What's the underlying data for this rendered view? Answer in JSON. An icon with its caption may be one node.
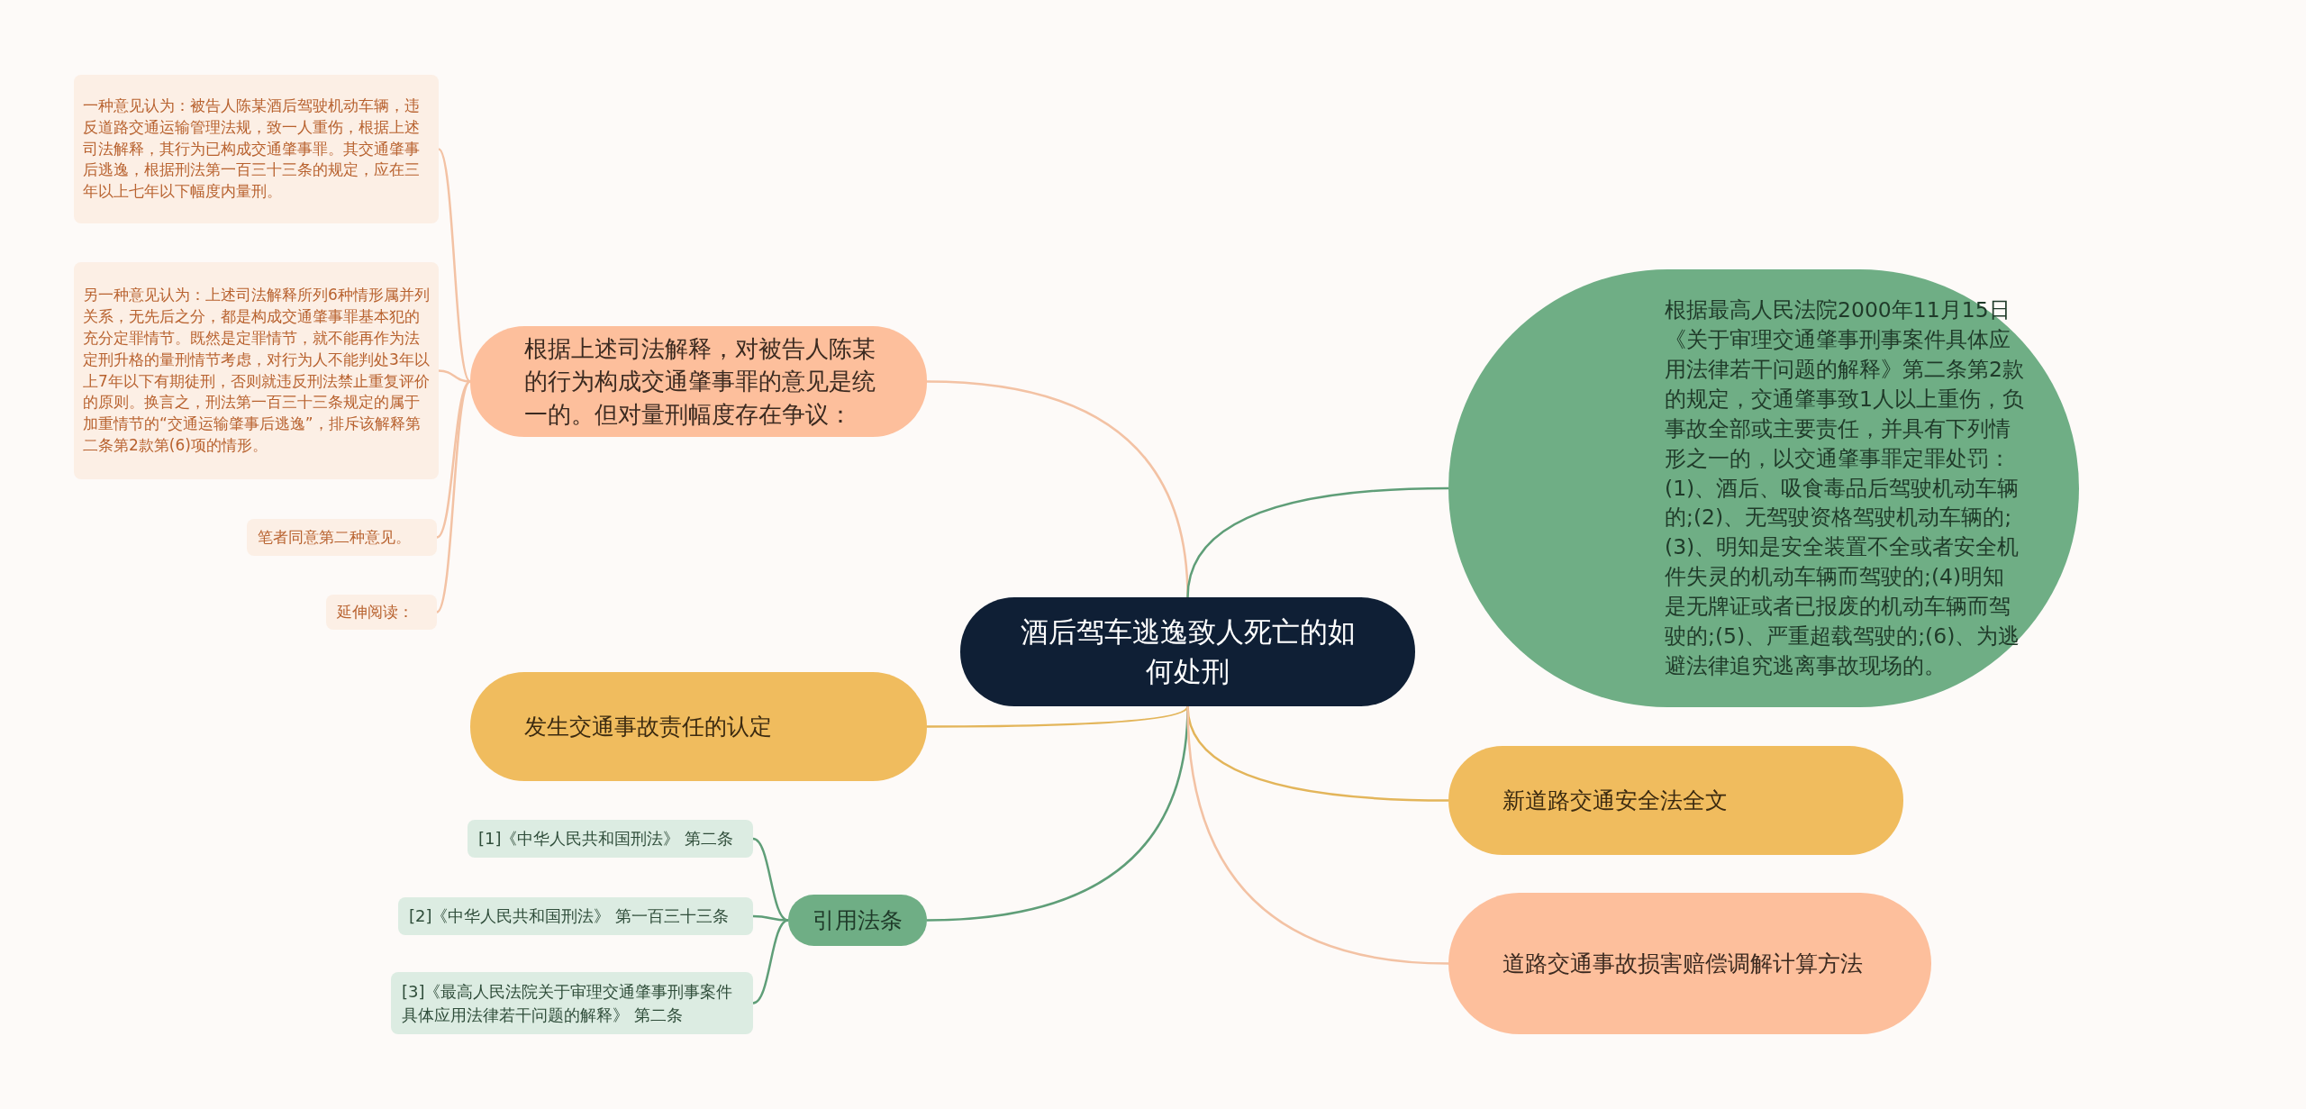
{
  "diagram": {
    "nodes": [
      {
        "text": [
          "酒后驾车逃逸致人死亡的如何处刑"
        ]
      },
      {
        "text": [
          "根据上述司法解释，对被告人陈某的行为构成交通肇事罪的意见是统一的。但对量刑幅度存在争议："
        ]
      },
      {
        "text": [
          "一种意见认为：被告人陈某酒后驾驶机动车辆，违反道路交通运输管理法规，致一人重伤，根据上述司法解释，其行为已构成交通肇事罪。其交通肇事后逃逸，根据刑法第一百三十三条的规定，应在三年以上七年以下幅度内量刑。"
        ]
      },
      {
        "text": [
          "另一种意见认为：上述司法解释所列6种情形属并列关系，无先后之分，都是构成交通肇事罪基本犯的充分定罪情节。既然是定罪情节，就不能再作为法定刑升格的量刑情节考虑，对行为人不能判处3年以上7年以下有期徒刑，否则就违反刑法禁止重复评价的原则。换言之，刑法第一百三十三条规定的属于加重情节的“交通运输肇事后逃逸”，排斥该解释第二条第2款第(6)项的情形。"
        ]
      },
      {
        "text": [
          "笔者同意第二种意见。"
        ]
      },
      {
        "text": [
          "延伸阅读："
        ]
      },
      {
        "text": [
          "发生交通事故责任的认定"
        ]
      },
      {
        "text": [
          "引用法条"
        ]
      },
      {
        "text": [
          "[1]《中华人民共和国刑法》 第二条"
        ]
      },
      {
        "text": [
          "[2]《中华人民共和国刑法》 第一百三十三条"
        ]
      },
      {
        "text": [
          "[3]《最高人民法院关于审理交通肇事刑事案件具体应用法律若干问题的解释》 第二条"
        ]
      },
      {
        "text": [
          "根据最高人民法院2000年11月15日《关于审理交通肇事刑事案件具体应用法律若干问题的解释》第二条第2款的规定，交通肇事致1人以上重伤，负事故全部或主要责任，并具有下列情形之一的，以交通肇事罪定罪处罚：(1)、酒后、吸食毒品后驾驶机动车辆的;(2)、无驾驶资格驾驶机动车辆的;(3)、明知是安全装置不全或者安全机件失灵的机动车辆而驾驶的;(4)明知是无牌证或者已报废的机动车辆而驾驶的;(5)、严重超载驾驶的;(6)、为逃避法律追究逃离事故现场的。"
        ]
      },
      {
        "text": [
          "新道路交通安全法全文"
        ]
      },
      {
        "text": [
          "道路交通事故损害赔偿调解计算方法"
        ]
      }
    ],
    "edges": [
      {
        "from": 0,
        "to": 1,
        "arrow": "none",
        "color": "#f3c2a4"
      },
      {
        "from": 1,
        "to": 2,
        "arrow": "none",
        "color": "#f3c2a4"
      },
      {
        "from": 1,
        "to": 3,
        "arrow": "none",
        "color": "#f3c2a4"
      },
      {
        "from": 1,
        "to": 4,
        "arrow": "none",
        "color": "#f3c2a4"
      },
      {
        "from": 1,
        "to": 5,
        "arrow": "none",
        "color": "#f3c2a4"
      },
      {
        "from": 0,
        "to": 6,
        "arrow": "none",
        "color": "#e3b55a"
      },
      {
        "from": 0,
        "to": 7,
        "arrow": "none",
        "color": "#5f9e78"
      },
      {
        "from": 7,
        "to": 8,
        "arrow": "none",
        "color": "#5f9e78"
      },
      {
        "from": 7,
        "to": 9,
        "arrow": "none",
        "color": "#5f9e78"
      },
      {
        "from": 7,
        "to": 10,
        "arrow": "none",
        "color": "#5f9e78"
      },
      {
        "from": 0,
        "to": 11,
        "arrow": "none",
        "color": "#5f9e78"
      },
      {
        "from": 0,
        "to": 12,
        "arrow": "none",
        "color": "#e3b55a"
      },
      {
        "from": 0,
        "to": 13,
        "arrow": "none",
        "color": "#f3c2a4"
      }
    ]
  }
}
